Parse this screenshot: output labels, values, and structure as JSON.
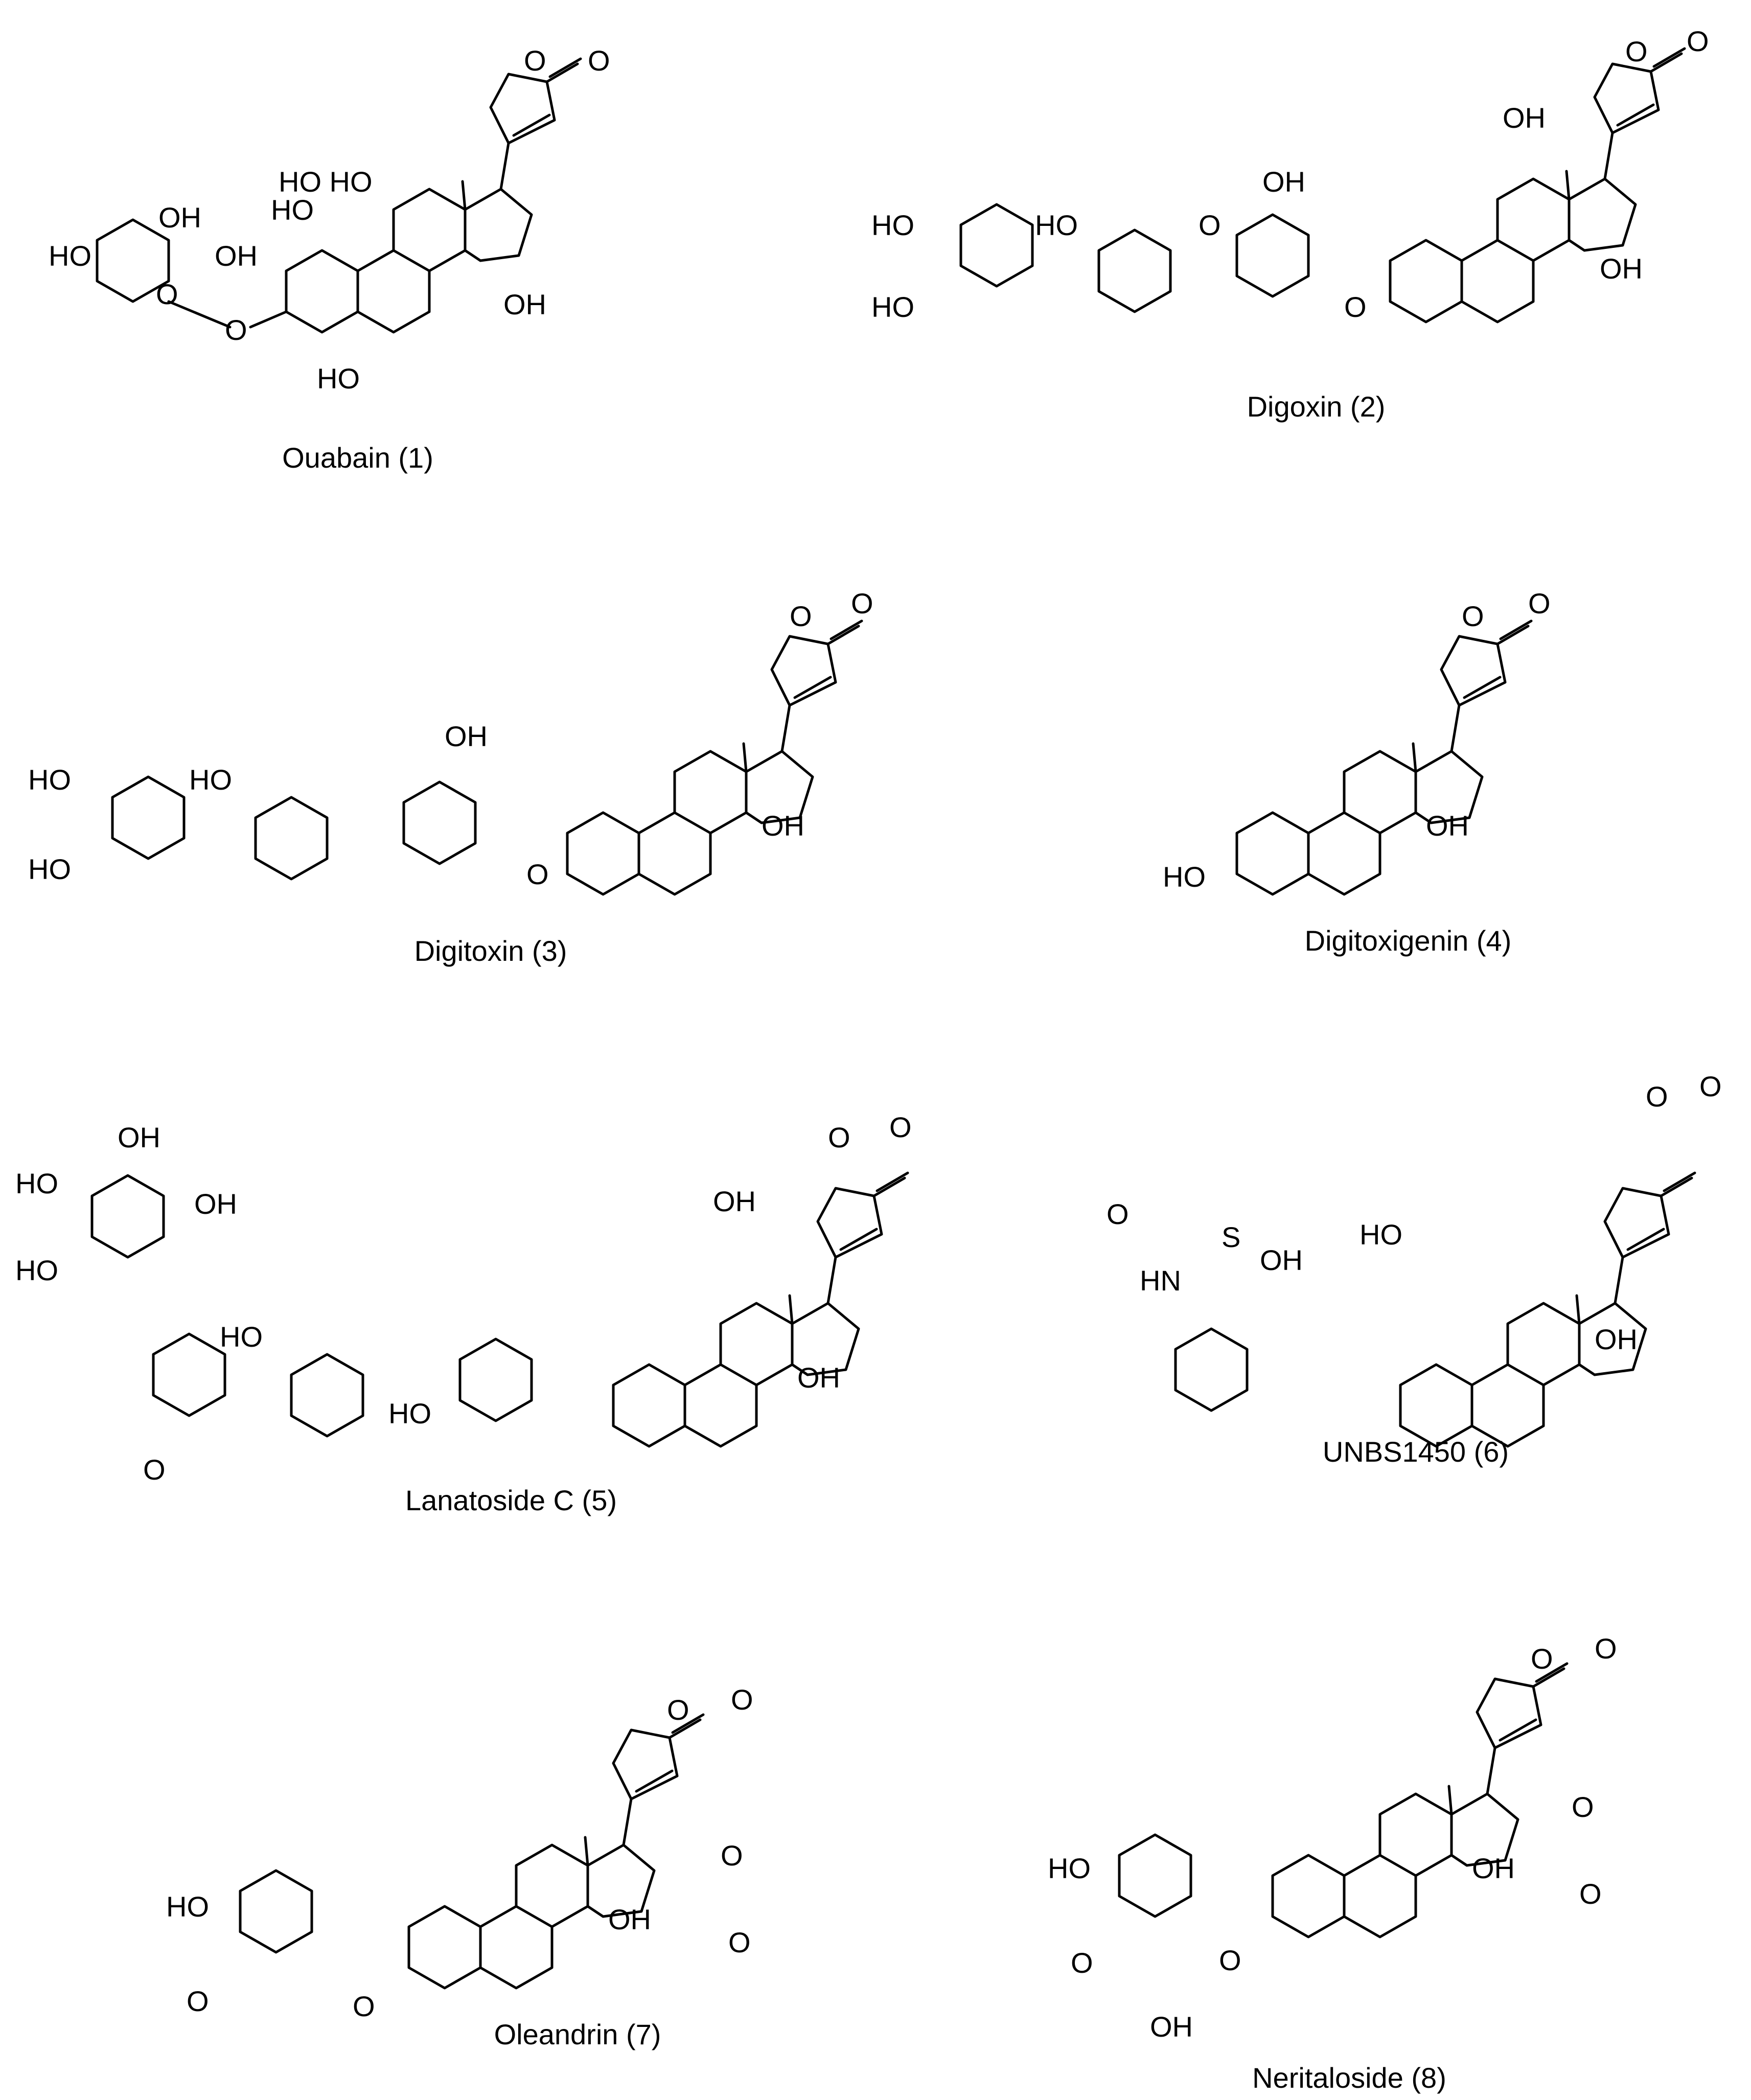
{
  "figure": {
    "compounds": [
      {
        "id": 1,
        "caption": "Ouabain (1)"
      },
      {
        "id": 2,
        "caption": "Digoxin (2)"
      },
      {
        "id": 3,
        "caption": "Digitoxin (3)"
      },
      {
        "id": 4,
        "caption": "Digitoxigenin (4)"
      },
      {
        "id": 5,
        "caption": "Lanatoside C (5)"
      },
      {
        "id": 6,
        "caption": "UNBS1450 (6)"
      },
      {
        "id": 7,
        "caption": "Oleandrin (7)"
      },
      {
        "id": 8,
        "caption": "Neritaloside (8)"
      }
    ],
    "atom_labels": {
      "O": "O",
      "OH": "OH",
      "HO": "HO",
      "HN": "HN",
      "S": "S",
      "HOHO": "HO HO"
    }
  }
}
